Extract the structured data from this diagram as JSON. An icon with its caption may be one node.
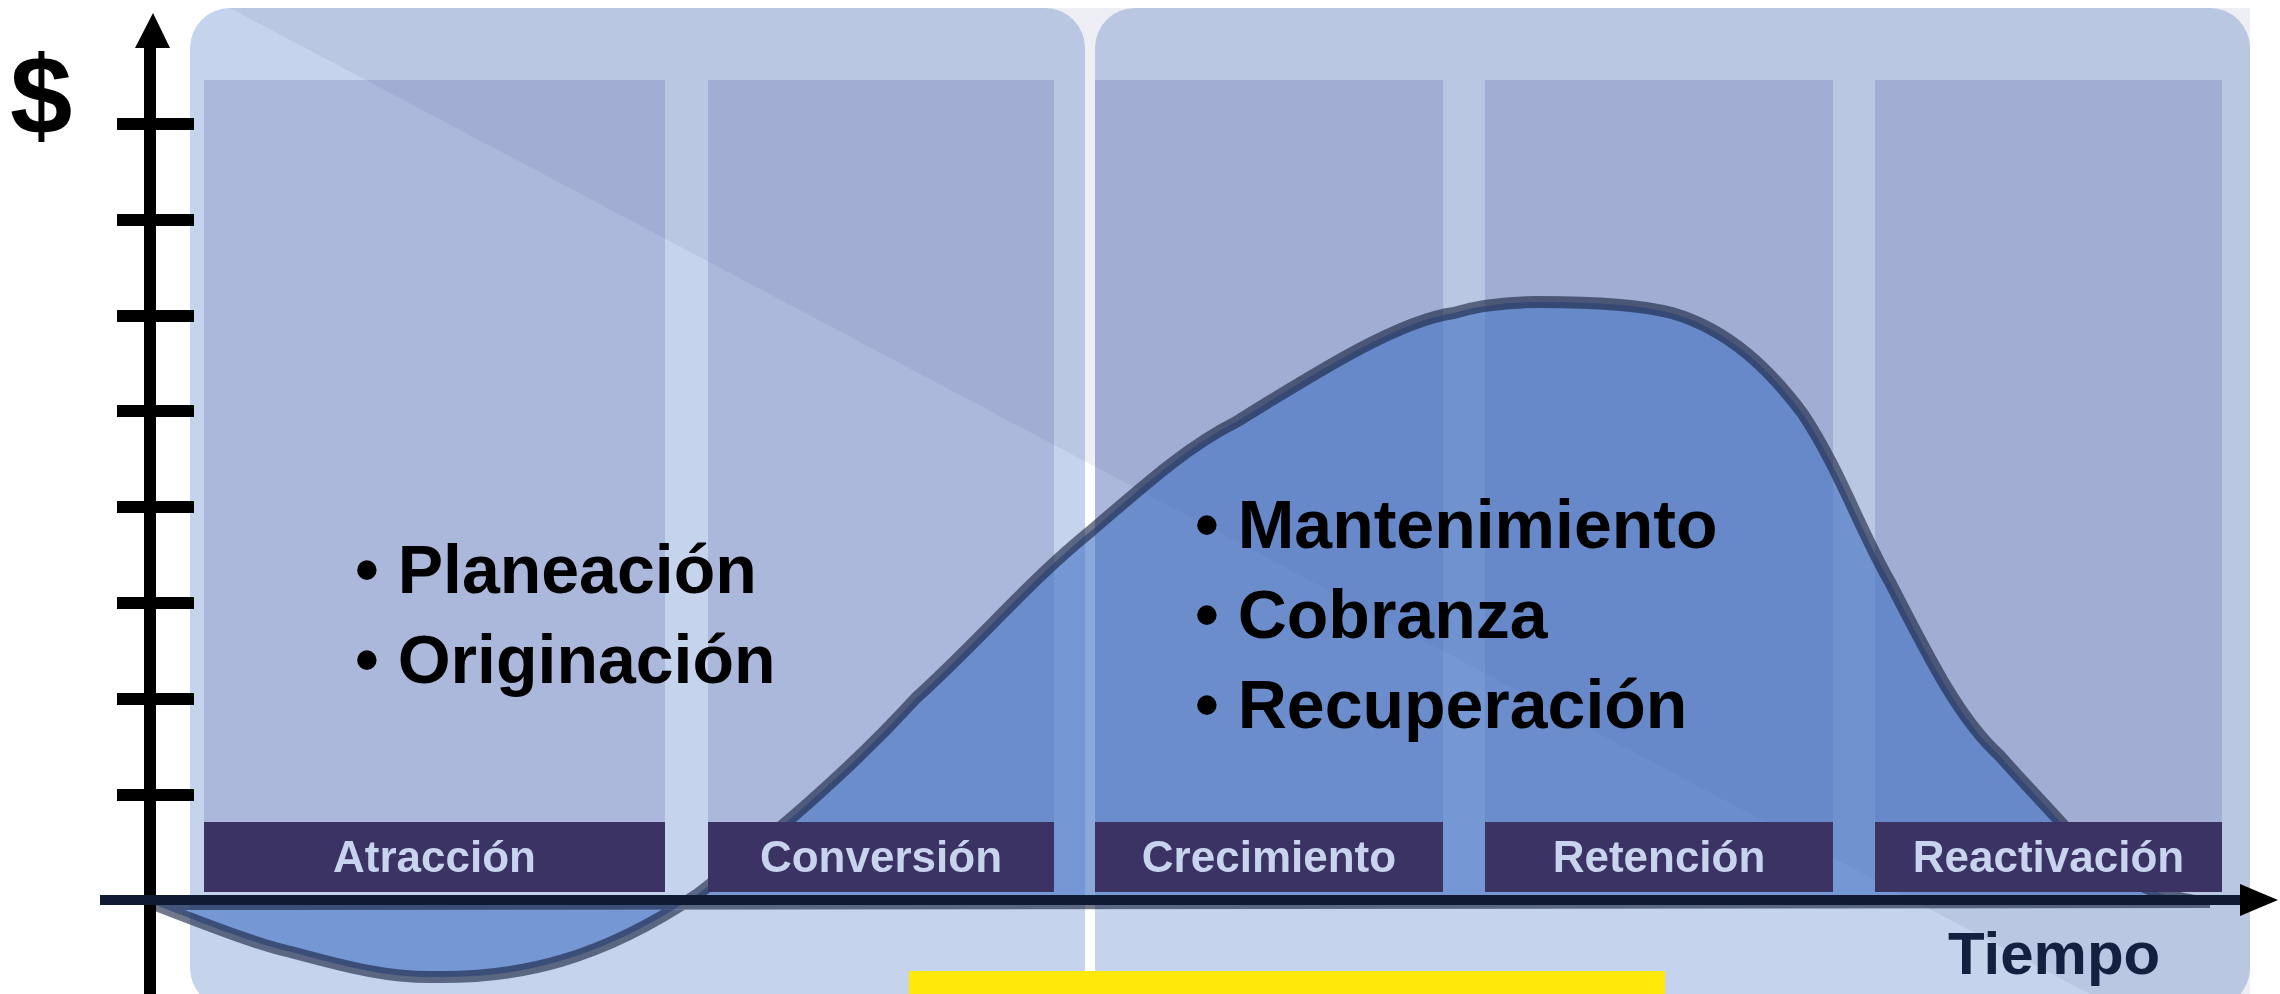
{
  "diagram": {
    "nodes": [
      {
        "text": [],
        "shape": "box"
      },
      {
        "text": [
          "Atracción"
        ],
        "in": 0
      },
      {
        "text": [
          "Conversión"
        ],
        "in": 0
      },
      {
        "text": [],
        "shape": "box"
      },
      {
        "text": [
          "Crecimiento"
        ],
        "in": 3
      },
      {
        "text": [
          "Retención"
        ],
        "in": 3
      },
      {
        "text": [
          "Reactivación"
        ],
        "in": 3
      }
    ],
    "edges": [],
    "labels": [
      "$",
      "• Mantenimiento",
      "• Planeación",
      "• Cobranza",
      "• Originación",
      "• Recuperación",
      "Tiempo"
    ]
  }
}
